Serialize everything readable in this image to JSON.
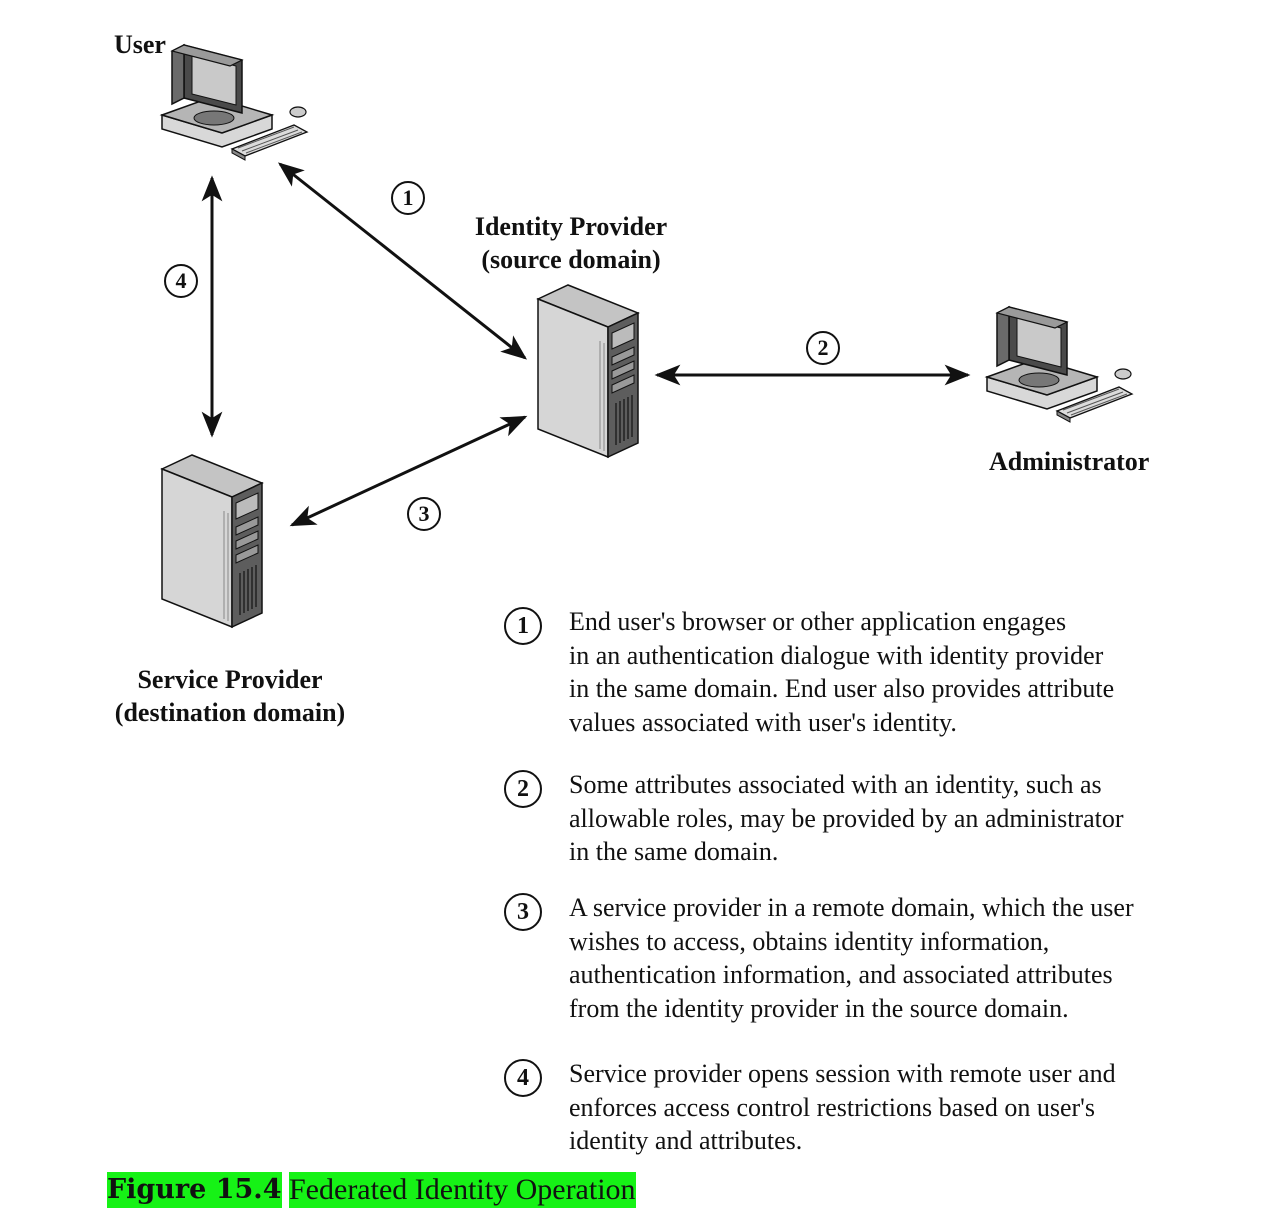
{
  "nodes": {
    "user": "User",
    "identity_provider": [
      "Identity Provider",
      "(source domain)"
    ],
    "administrator": "Administrator",
    "service_provider": [
      "Service Provider",
      "(destination domain)"
    ]
  },
  "arrows": [
    "1",
    "2",
    "3",
    "4"
  ],
  "legend": [
    {
      "num": "1",
      "text": "End user's browser or other application engages\nin an authentication dialogue with identity provider\nin the same domain. End user also provides attribute\nvalues associated with user's identity."
    },
    {
      "num": "2",
      "text": "Some attributes associated with an identity, such as\nallowable roles, may be provided by an administrator\nin the same domain."
    },
    {
      "num": "3",
      "text": "A service provider in a remote domain, which the user\nwishes to access, obtains identity information,\nauthentication information, and associated attributes\nfrom the identity provider in the source domain."
    },
    {
      "num": "4",
      "text": "Service provider opens session with remote user and\nenforces access control restrictions based on user's\nidentity and attributes."
    }
  ],
  "caption": {
    "label": "Figure 15.4",
    "title": "Federated Identity Operation"
  }
}
